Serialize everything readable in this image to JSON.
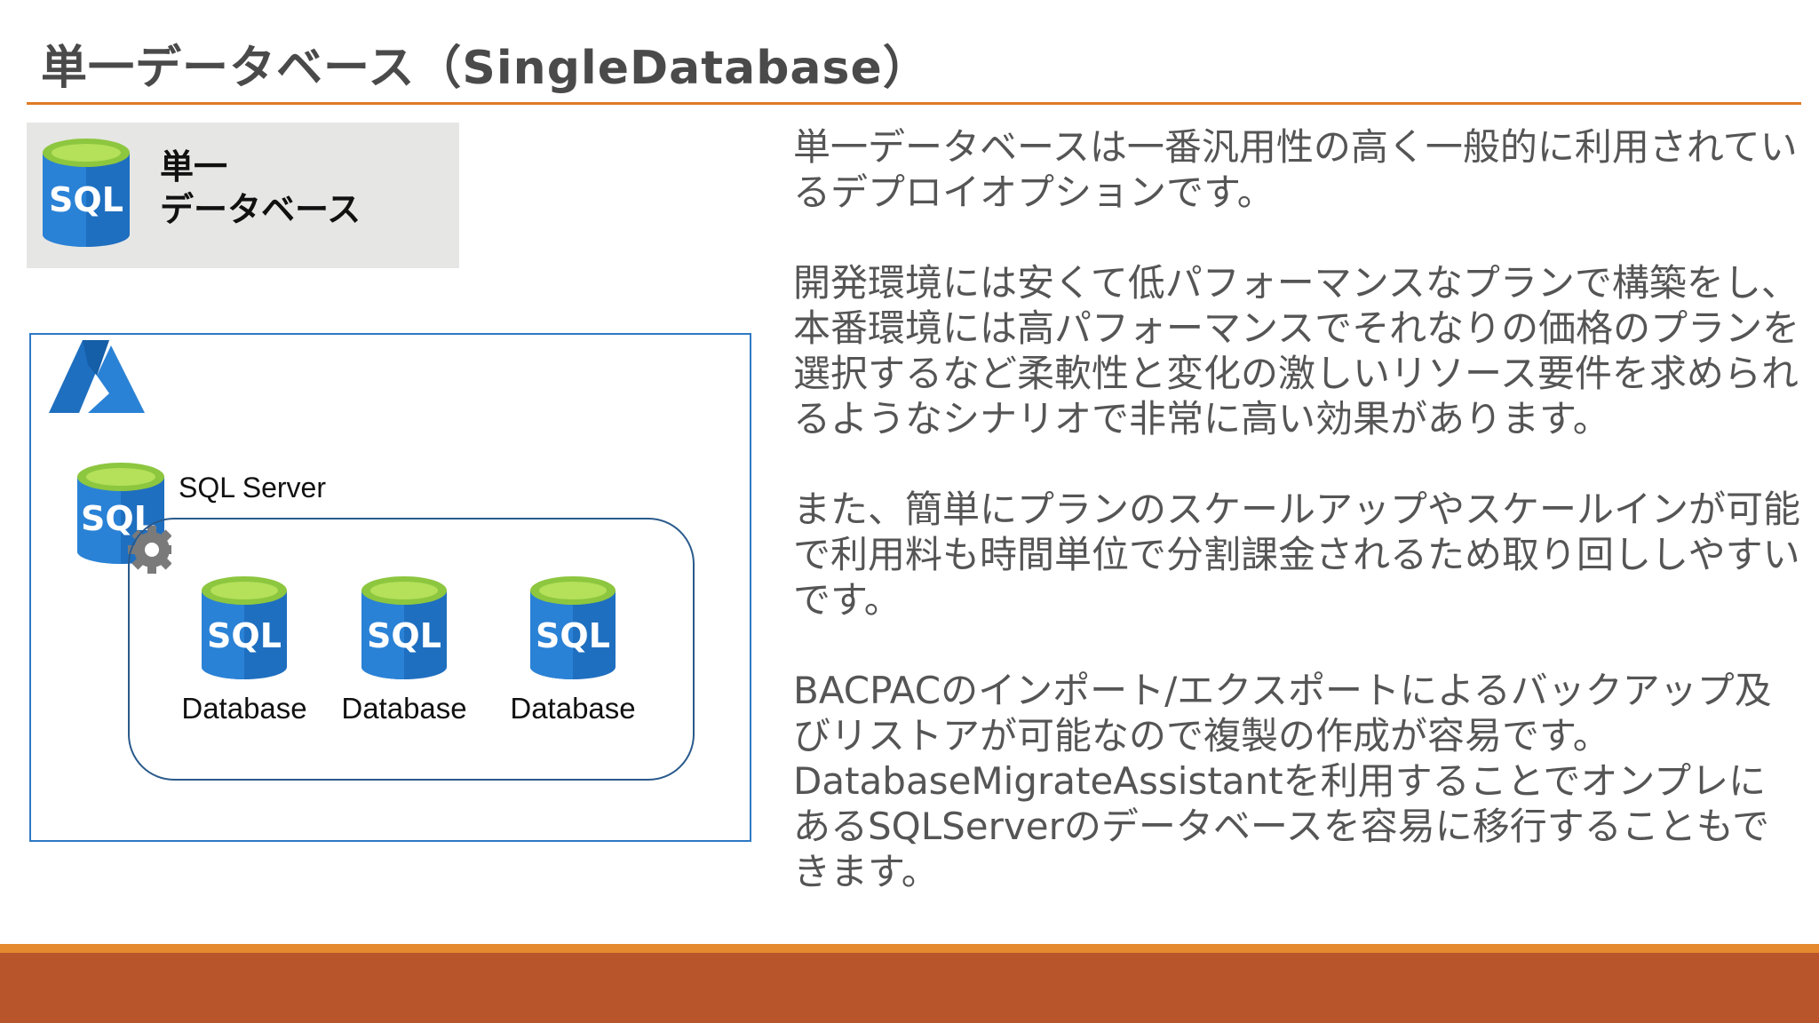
{
  "slide": {
    "title": "単一データベース（SingleDatabase）"
  },
  "label_card": {
    "icon": "sql-database-icon",
    "icon_text": "SQL",
    "line1": "単一",
    "line2": "データベース"
  },
  "diagram": {
    "logo": "azure-logo-icon",
    "server_icon_text": "SQL",
    "server_label": "SQL Server",
    "databases": [
      {
        "icon_text": "SQL",
        "label": "Database"
      },
      {
        "icon_text": "SQL",
        "label": "Database"
      },
      {
        "icon_text": "SQL",
        "label": "Database"
      }
    ]
  },
  "body": {
    "paragraphs": [
      "単一データベースは一番汎用性の高く一般的に利用されているデプロイオプションです。",
      "開発環境には安くて低パフォーマンスなプランで構築をし、本番環境には高パフォーマンスでそれなりの価格のプランを選択するなど柔軟性と変化の激しいリソース要件を求められるようなシナリオで非常に高い効果があります。",
      "また、簡単にプランのスケールアップやスケールインが可能で利用料も時間単位で分割課金されるため取り回ししやすいです。",
      "BACPACのインポート/エクスポートによるバックアップ及びリストアが可能なので複製の作成が容易です。DatabaseMigrateAssistantを利用することでオンプレにあるSQLServerのデータベースを容易に移行することもできます。"
    ]
  },
  "colors": {
    "accent_orange": "#e07b24",
    "footer_band": "#b9552b",
    "frame_blue": "#2f78c4",
    "sql_blue": "#1f6fc0",
    "sql_green": "#8dc63f"
  }
}
